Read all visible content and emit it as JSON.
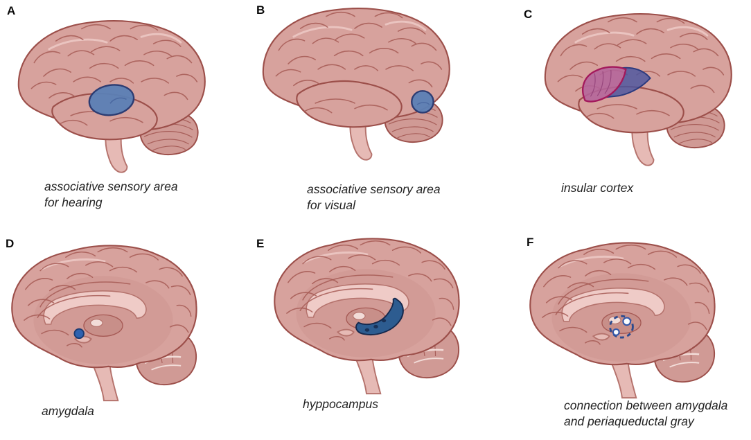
{
  "figure": {
    "panels": [
      {
        "letter": "A",
        "view": "lateral",
        "highlight": "auditory-association-area",
        "caption_lines": [
          "associative sensory area",
          "for hearing"
        ]
      },
      {
        "letter": "B",
        "view": "lateral",
        "highlight": "visual-association-area",
        "caption_lines": [
          "associative sensory area",
          "for visual"
        ]
      },
      {
        "letter": "C",
        "view": "lateral",
        "highlight": "insular-cortex",
        "caption_lines": [
          "insular cortex"
        ]
      },
      {
        "letter": "D",
        "view": "sagittal",
        "highlight": "amygdala",
        "caption_lines": [
          "amygdala"
        ]
      },
      {
        "letter": "E",
        "view": "sagittal",
        "highlight": "hippocampus",
        "caption_lines": [
          "hyppocampus"
        ]
      },
      {
        "letter": "F",
        "view": "sagittal",
        "highlight": "amygdala-periaqueductal-connection",
        "caption_lines": [
          "connection between amygdala",
          "and periaqueductal gray"
        ]
      }
    ],
    "colors": {
      "background": "#ffffff",
      "panel_letter": "#0a0a0a",
      "caption_text": "#222222",
      "brain_fill": "#d7a29d",
      "cerebellum_fill": "#d09a95",
      "brainstem_fill": "#e6bab5",
      "inner_band": "#efcbc7",
      "brain_outline": "#9c4f4a",
      "sulci": "#a65a55",
      "sheen": "#ecc8c4",
      "highlight_blue": "#5b7fb5",
      "highlight_blue_outline": "#2c3c72",
      "hippocampus_fill": "#2d5c90",
      "hippocampus_outline": "#16294d",
      "insula_magenta_fill": "#b4649b",
      "insula_magenta_outline": "#a3195c",
      "insula_blue_fill": "#4a55a0",
      "amygdala_dot": "#2f62b0",
      "dashed_connection": "#2c4a8e"
    }
  }
}
